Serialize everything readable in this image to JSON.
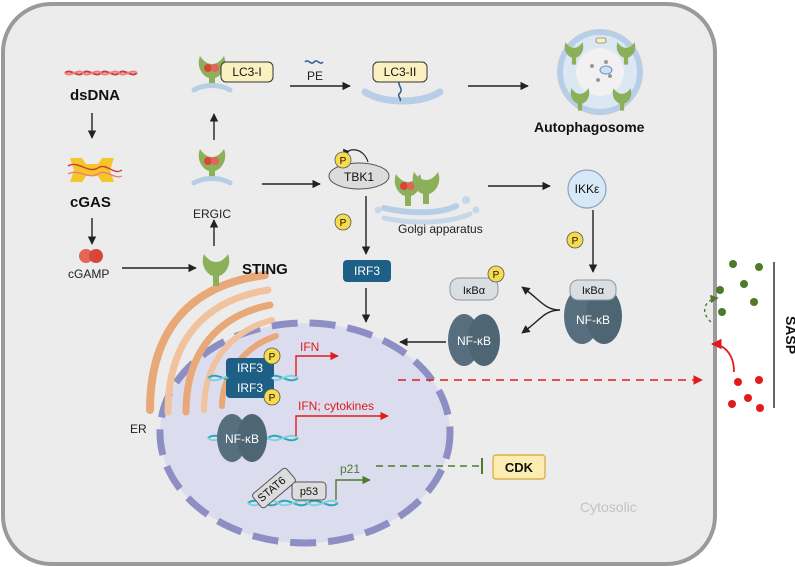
{
  "labels": {
    "dsdna": "dsDNA",
    "cgas": "cGAS",
    "cgamp": "cGAMP",
    "sting": "STING",
    "ergic": "ERGIC",
    "er": "ER",
    "lc3_1": "LC3-I",
    "lc3_2": "LC3-II",
    "pe": "PE",
    "autophagosome": "Autophagosome",
    "tbk1": "TBK1",
    "golgi": "Golgi apparatus",
    "ikke": "IKKε",
    "irf3": "IRF3",
    "ikba": "IκBα",
    "nfkb": "NF-κB",
    "phospho": "P",
    "ifn": "IFN",
    "ifn_cytokines": "IFN; cytokines",
    "stat6": "STAT6",
    "p53": "p53",
    "p21": "p21",
    "cdk": "CDK",
    "cytosolic": "Cytosolic",
    "sasp": "SASP"
  },
  "colors": {
    "cell_border": "#9a9a9a",
    "cytosol": "#ececec",
    "nucleus": "#dcdcef",
    "nucleus_border": "#8c8ec4",
    "irf3": "#1e5f86",
    "nfkb": "#566e7d",
    "phospho": "#f6dc4c",
    "lc3": "#fbf0c0",
    "sting_green": "#8cb05a",
    "red_signal": "#e11b1b",
    "inhibition": "#4e7a2c",
    "cdk_fill": "#fbecb2",
    "er": "#e8a878"
  }
}
